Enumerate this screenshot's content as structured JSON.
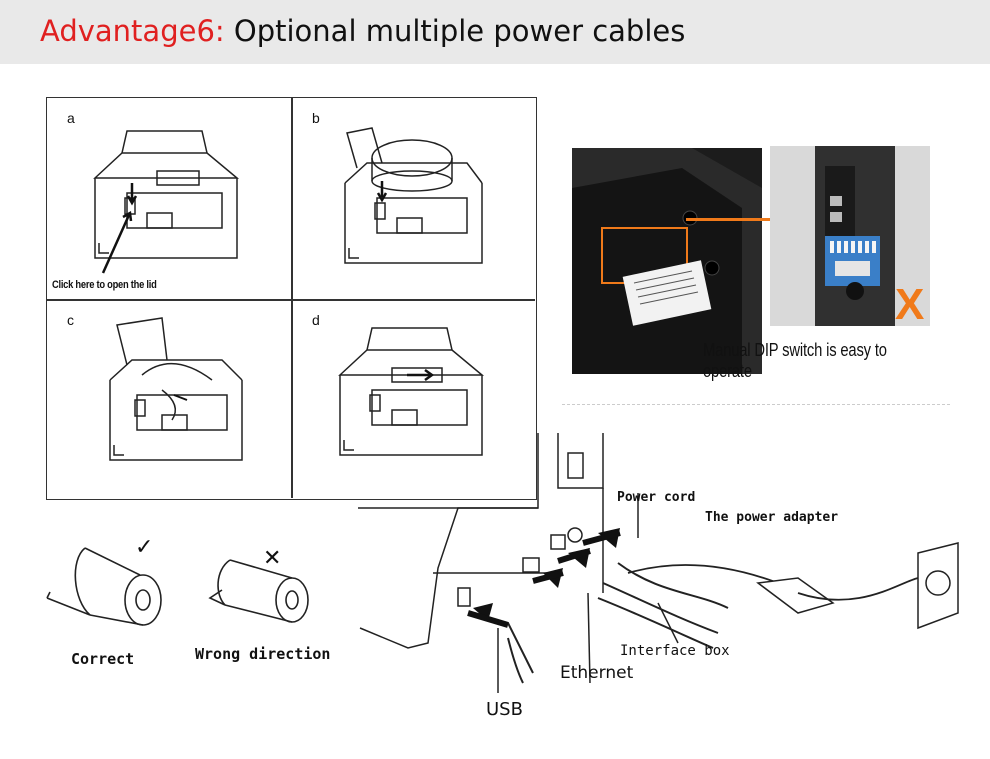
{
  "header": {
    "advantage": "Advantage6:",
    "title": "Optional multiple power cables"
  },
  "steps": [
    {
      "label": "a",
      "note": "Click here to open the lid"
    },
    {
      "label": "b"
    },
    {
      "label": "c"
    },
    {
      "label": "d"
    }
  ],
  "dip": {
    "caption": "Manual DIP switch is easy to operate",
    "mark": "X"
  },
  "paper": {
    "correct_label": "Correct",
    "correct_mark": "✓",
    "wrong_label": "Wrong direction",
    "wrong_mark": "✕"
  },
  "connections": {
    "power_cord": "Power cord",
    "power_adapter": "The power adapter",
    "interface_box": "Interface box",
    "ethernet": "Ethernet",
    "usb": "USB"
  },
  "colors": {
    "accent_red": "#e02020",
    "highlight_orange": "#f07a1a",
    "header_bg": "#e9e9e9"
  }
}
